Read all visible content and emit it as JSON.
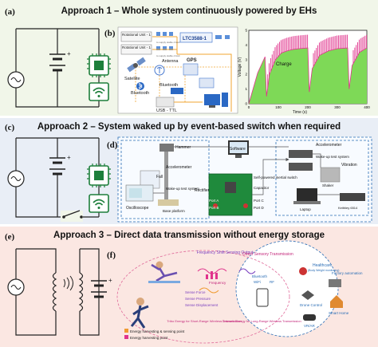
{
  "approach1": {
    "label": "(a)",
    "title": "Approach 1 – Whole system continuously powered by EHs",
    "panel_b": "(b)",
    "diagram": {
      "rot1": "Rotational Unit - 1",
      "rot2": "Rotational Unit - 1",
      "ltc": "LTC3588-1",
      "satellite": "Satellite",
      "antenna": "Antenna",
      "gps": "GPS",
      "bluetooth1": "Bluetooth",
      "bluetooth2": "Bluetooth",
      "usb": "USB - TTL",
      "small1": "to supply stable circuit",
      "small2": "to supply stable circuit"
    },
    "chart_data": {
      "type": "line",
      "xlabel": "Time (s)",
      "ylabel": "Voltage (V)",
      "xlim": [
        0,
        400
      ],
      "ylim": [
        0,
        5
      ],
      "xticks": [
        "0",
        "100",
        "200",
        "300",
        "400"
      ],
      "yticks": [
        "0",
        "1",
        "2",
        "3",
        "4",
        "5"
      ],
      "annotation": "Charge",
      "fill_color": "#7ed957",
      "spike_color": "#e0338c",
      "x": [
        0,
        30,
        55,
        60,
        70,
        90,
        110,
        130,
        150,
        170,
        200,
        205,
        215,
        240,
        270,
        300,
        335,
        340,
        350,
        375,
        400
      ],
      "values": [
        0,
        2.1,
        3.2,
        0.5,
        2.0,
        3.0,
        3.45,
        3.6,
        3.7,
        3.75,
        3.8,
        0.8,
        2.4,
        3.3,
        3.6,
        3.75,
        3.8,
        1.0,
        2.6,
        3.5,
        3.8
      ]
    }
  },
  "approach2": {
    "label": "(c)",
    "title": "Approach 2 – System waked up by event-based switch when required",
    "panel_d": "(d)",
    "diagram": {
      "hammer": "Hammer",
      "software": "Software",
      "accelerometer": "Accelerometer",
      "fall": "Fall",
      "wakeup": "Wake-up test system",
      "oscilloscope": "Oscilloscope",
      "base": "Base platform",
      "rectifier": "Rectifier",
      "self_powered": "Self-powered inertial switch",
      "capacitor": "Capacitor",
      "port_a": "Port A",
      "port_b": "Port B",
      "port_c": "Port C",
      "port_d": "Port D",
      "accelerometer2": "Accelerometer",
      "wakeup2": "Wake-up test system",
      "vibration": "Vibration",
      "shaker": "Shaker",
      "laptop": "Laptop",
      "keithley": "Keithley 6514"
    }
  },
  "approach3": {
    "label": "(e)",
    "title": "Approach 3 – Direct data transmission without energy storage",
    "panel_f": "(f)",
    "diagram": {
      "freq_shift": "Frequency Shift Sensing Output",
      "direct": "Direct Sensory Transmission",
      "frequency": "Frequency",
      "healthcare": "Healthcare",
      "healthcare_sub": "(Body Weight monitoring)",
      "factory": "Factory automation",
      "drone": "Drone Control",
      "smart_home": "Smart Home",
      "vr_ar": "VR/AR",
      "bluetooth": "Bluetooth",
      "wifi": "WiFi",
      "rf": "RF",
      "sense_force": "Sense Force",
      "sense_pressure": "Sense Pressure",
      "sense_disp": "Sense Displacement",
      "triboenergy": "Tribo Energy for Short-Range Wireless Transmission",
      "galvanic": "Galvanic Energy for Long-Range Wireless Transmission",
      "legend1": "Energy harvesting & sensing point",
      "legend2": "Energy harvesting point"
    }
  }
}
